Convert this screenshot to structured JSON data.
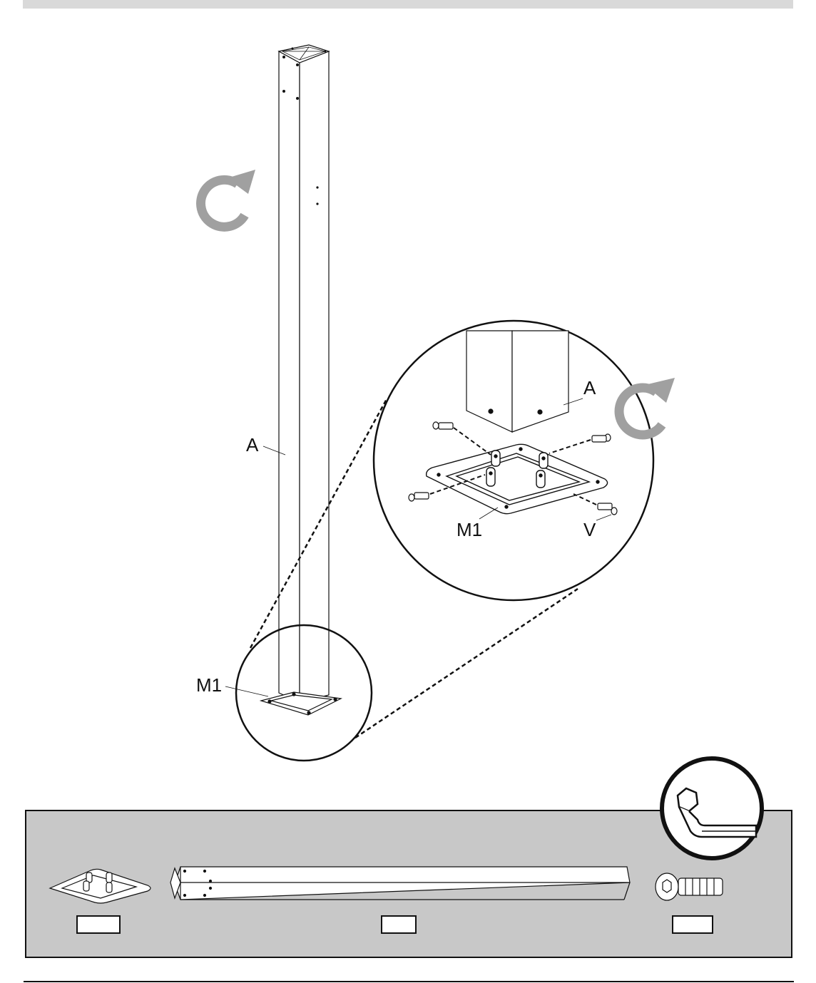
{
  "labels": {
    "post_main": "A",
    "base_main": "M1",
    "post_detail": "A",
    "base_detail": "M1",
    "screw_detail": "V"
  },
  "parts_panel": {
    "label_m1": "",
    "label_a": "",
    "label_v": ""
  },
  "icons": {
    "rotate_main": "rotate-clockwise-icon",
    "rotate_detail": "rotate-clockwise-icon",
    "tool": "hex-key-icon"
  },
  "colors": {
    "panel_bg": "#c8c8c8",
    "arrow_gray": "#a0a0a0",
    "top_bar": "#d9d9d9"
  }
}
